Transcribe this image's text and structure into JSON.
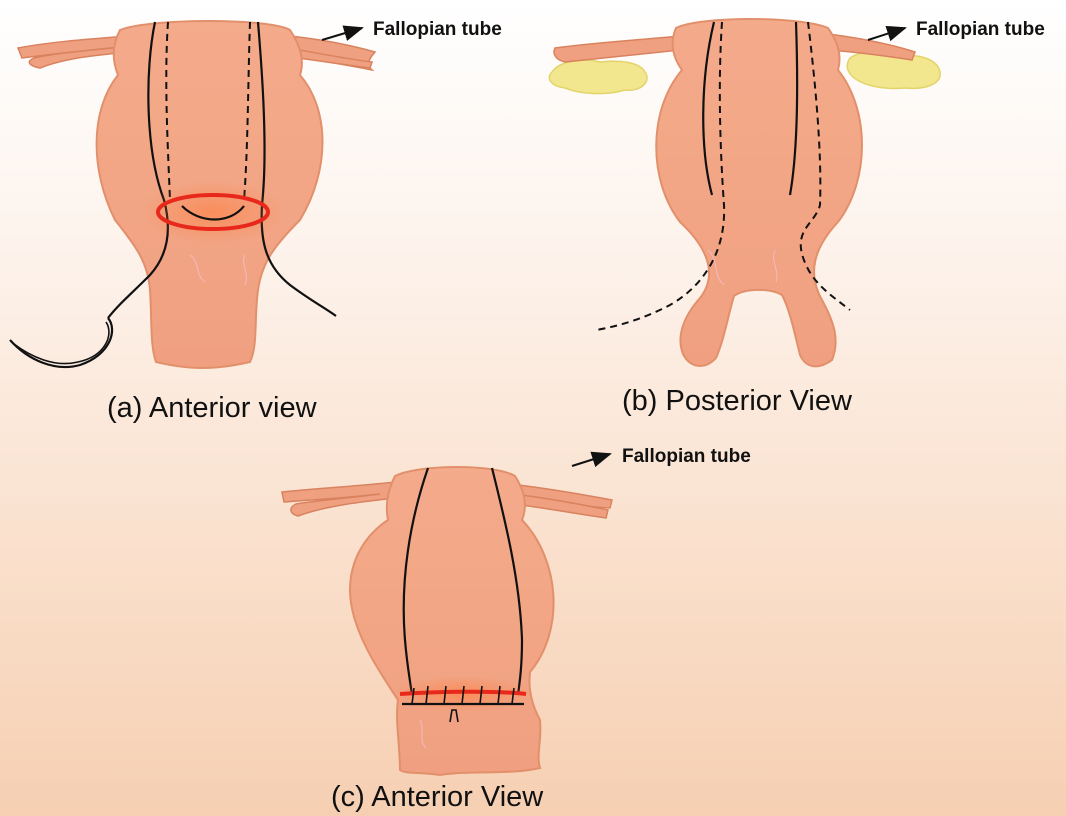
{
  "labels": {
    "fallopian_tube": "Fallopian tube",
    "view_a": "(a) Anterior view",
    "view_b": "(b) Posterior View",
    "view_c": "(c) Anterior View"
  },
  "colors": {
    "background_top": "#ffffff",
    "background_bottom": "#f6cfb2",
    "organ_fill": "#f2a585",
    "organ_outline": "#e2906b",
    "ovary": "#f2e68e",
    "suture_ring": "#e8281a",
    "line": "#111111"
  }
}
